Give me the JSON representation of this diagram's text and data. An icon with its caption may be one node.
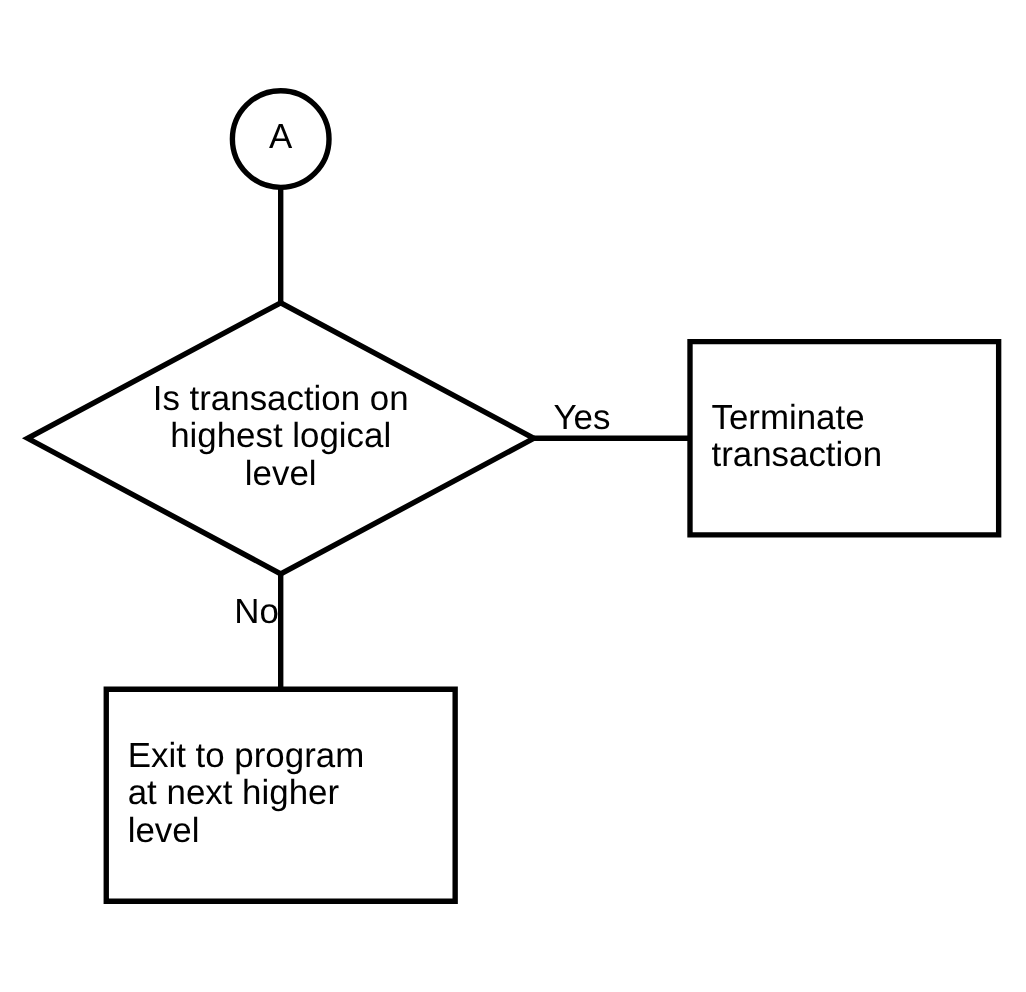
{
  "diagram": {
    "nodes": [
      {
        "text": [
          "A"
        ]
      },
      {
        "text": [
          "Is transaction on highest logical level"
        ]
      },
      {
        "text": [
          "Terminate transaction"
        ]
      },
      {
        "text": [
          "Exit to program at next higher level"
        ]
      }
    ],
    "edges": [
      {
        "from": 0,
        "to": 1,
        "arrow": "none"
      },
      {
        "from": 1,
        "to": 2,
        "arrow": "none",
        "label": "Yes"
      },
      {
        "from": 1,
        "to": 3,
        "arrow": "none",
        "label": "No"
      }
    ]
  }
}
